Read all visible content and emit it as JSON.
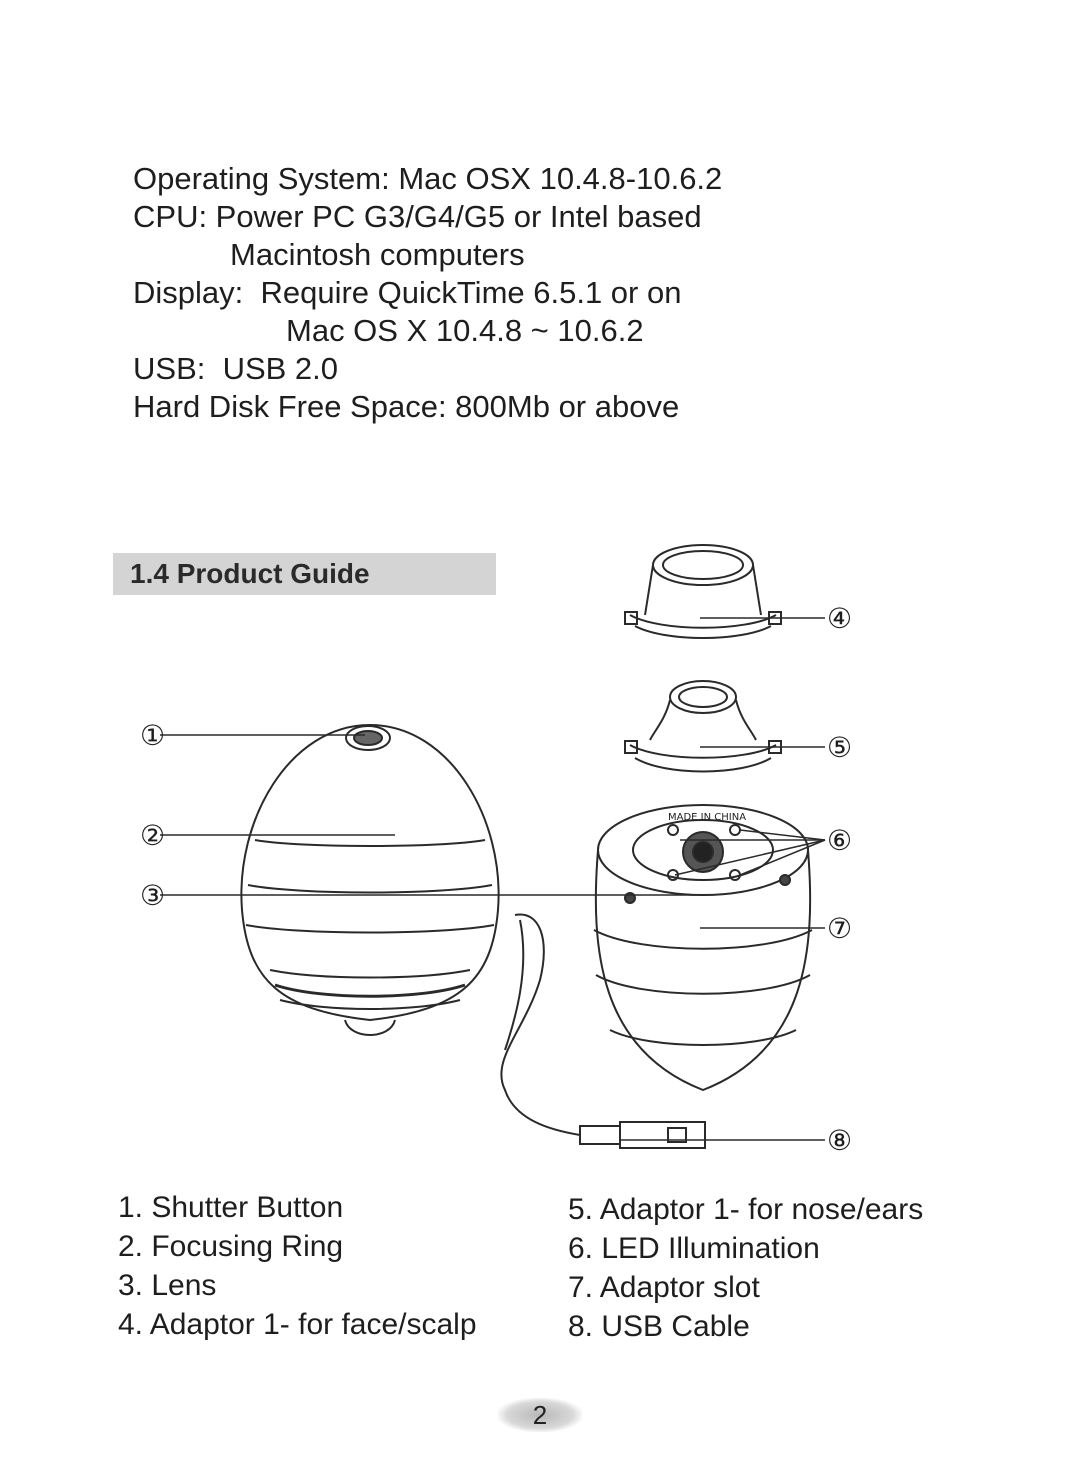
{
  "requirements": {
    "os": "Operating System: Mac OSX 10.4.8-10.6.2",
    "cpu": "CPU: Power PC G3/G4/G5 or Intel based",
    "cpu_cont": "Macintosh computers",
    "display": "Display:  Require QuickTime 6.5.1 or on",
    "display_cont": "Mac OS X 10.4.8 ~ 10.6.2",
    "usb": "USB:  USB 2.0",
    "disk": "Hard Disk Free Space: 800Mb or above"
  },
  "section_title": "1.4 Product Guide",
  "callouts": [
    "①",
    "②",
    "③",
    "④",
    "⑤",
    "⑥",
    "⑦",
    "⑧"
  ],
  "base_marking": "MADE IN CHINA",
  "parts_left": [
    "1. Shutter Button",
    "2. Focusing Ring",
    "3. Lens",
    "4. Adaptor 1- for face/scalp"
  ],
  "parts_right": [
    "5. Adaptor 1- for nose/ears",
    "6. LED Illumination",
    "7. Adaptor slot",
    "8. USB Cable"
  ],
  "page_number": "2"
}
